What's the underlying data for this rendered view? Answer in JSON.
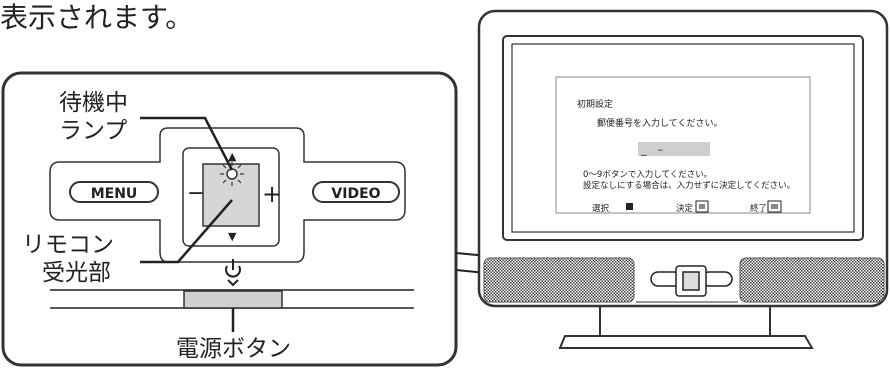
{
  "page": {
    "intro_text": "表示されます。"
  },
  "callouts": {
    "standby_lamp_line1": "待機中",
    "standby_lamp_line2": "ランプ",
    "remote_sensor_line1": "リモコン",
    "remote_sensor_line2": "受光部",
    "power_button": "電源ボタン"
  },
  "panel": {
    "menu_label": "MENU",
    "video_label": "VIDEO",
    "plus": "+",
    "minus": "−",
    "up": "▲",
    "down": "▼",
    "power_symbol": "⏻"
  },
  "tv_screen": {
    "title": "初期設定",
    "prompt": "郵便番号を入力してください。",
    "input_value": "_　–",
    "help_line1": "0～9ボタンで入力してください。",
    "help_line2": "設定なしにする場合は、入力せずに決定してください。",
    "footer_select": "選択",
    "footer_decide": "決定",
    "footer_end": "終了"
  }
}
